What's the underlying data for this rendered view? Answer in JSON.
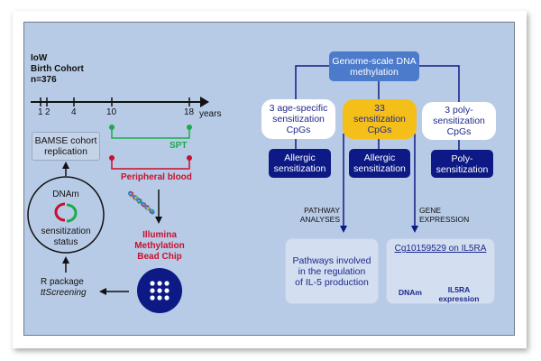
{
  "cohort": {
    "line1": "IoW",
    "line2": "Birth Cohort",
    "line3": "n=376"
  },
  "timeline": {
    "ticks": [
      "1",
      "2",
      "4",
      "10",
      "18"
    ],
    "unit": "years"
  },
  "spt_label": "SPT",
  "blood_label": "Peripheral blood",
  "chip_label": {
    "line1": "Illumina",
    "line2": "Methylation",
    "line3": "Bead Chip"
  },
  "rpackage": {
    "line1": "R package",
    "line2": "ttScreening"
  },
  "dnam_circle": {
    "top": "DNAm",
    "bottom1": "sensitization",
    "bottom2": "status"
  },
  "bamse": {
    "line1": "BAMSE cohort",
    "line2": "replication"
  },
  "tree": {
    "root": {
      "line1": "Genome-scale DNA",
      "line2": "methylation"
    },
    "branches": [
      {
        "l1": "3 age-specific",
        "l2": "sensitization",
        "l3": "CpGs",
        "outcome1": "Allergic",
        "outcome2": "sensitization"
      },
      {
        "l1": "33",
        "l2": "sensitization",
        "l3": "CpGs",
        "outcome1": "Allergic",
        "outcome2": "sensitization"
      },
      {
        "l1": "3 poly-",
        "l2": "sensitization",
        "l3": "CpGs",
        "outcome1": "Poly-",
        "outcome2": "sensitization"
      }
    ],
    "pathway_arrow": {
      "l1": "PATHWAY",
      "l2": "ANALYSES"
    },
    "gene_arrow": {
      "l1": "GENE",
      "l2": "EXPRESSION"
    },
    "pathway_box": {
      "l1": "Pathways involved",
      "l2": "in the regulation",
      "l3": "of IL-5 production"
    },
    "gene_box": {
      "title": "Cg10159529 on IL5RA",
      "up_label": "DNAm",
      "down_label1": "IL5RA",
      "down_label2": "expression"
    }
  },
  "colors": {
    "background": "#b8cbe6",
    "navy": "#0d1a85",
    "highlight": "#f5bf1a",
    "root_blue": "#4c7bcc",
    "spt_green": "#1aab4b",
    "blood_red": "#c8102e"
  }
}
